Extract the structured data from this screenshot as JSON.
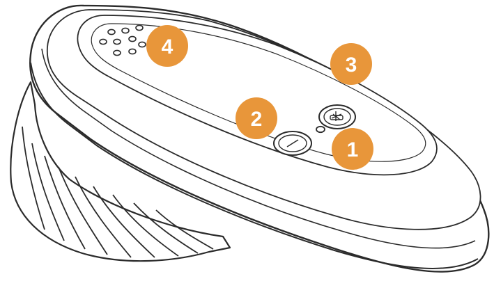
{
  "diagram": {
    "accent_color": "#E8963A",
    "line_color": "#2b2b2b",
    "body_color": "#ffffff",
    "callouts": [
      {
        "label": "1",
        "part": "control-button"
      },
      {
        "label": "2",
        "part": "power-button"
      },
      {
        "label": "3",
        "part": "housing"
      },
      {
        "label": "4",
        "part": "speaker-grille"
      }
    ]
  }
}
